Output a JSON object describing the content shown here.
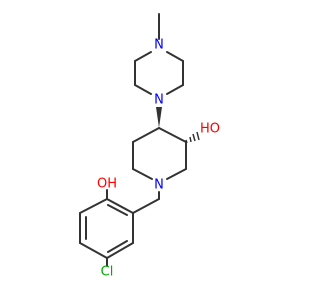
{
  "atoms": {
    "n_piperazine_top": "N",
    "n_piperazine_bottom": "N",
    "n_piperidine": "N",
    "o_hydroxyl_ring": "HO",
    "o_phenol": "OH",
    "cl": "Cl"
  },
  "colors": {
    "bond": "#333333",
    "nitrogen": "#0000ff",
    "oxygen": "#ff0000",
    "chlorine": "#00aa00",
    "background": "#ffffff"
  }
}
